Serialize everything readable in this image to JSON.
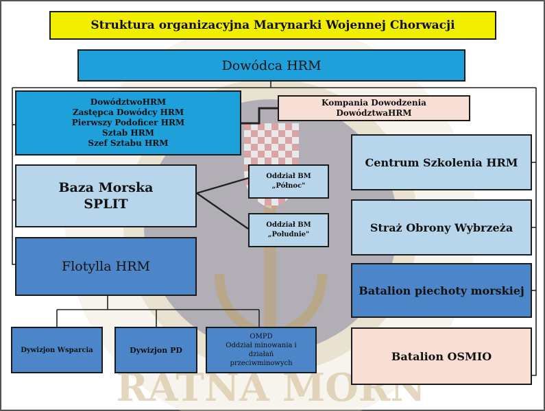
{
  "title": "Struktura organizacyjna Marynarki Wojennej Chorwacji",
  "nodes": {
    "commander": "Dowódca HRM",
    "command_hq": "DowództwoHRM\nZastępca Dowódcy HRM\nPierwszy Podoficer HRM\nSztab HRM\nSzef Sztabu HRM",
    "command_company": "Kompania Dowodzenia\nDowództwaHRM",
    "naval_base": "Baza Morska\nSPLIT",
    "detachment_north": "Oddział BM\n„Północ\"",
    "detachment_south": "Oddział BM\n„Południe\"",
    "flotilla": "Flotylla HRM",
    "support_division": "Dywizjon Wsparcia",
    "pd_division": "Dywizjon PD",
    "ompd": "OMPD\nOddział minowania i\ndziałań\nprzeciwminowych",
    "training_centre": "Centrum Szkolenia HRM",
    "coast_guard": "Straż Obrony Wybrzeża",
    "marine_battalion": "Batalion piechoty morskiej",
    "osmio_battalion": "Batalion OSMIO"
  },
  "watermark_text": "RATNA MORN",
  "colors": {
    "title_fill": "#f2ee00",
    "commander_fill": "#1ea0db",
    "light_fill": "#b7d6ec",
    "mid_fill": "#4d86c8",
    "pink_fill": "#f7dfd6"
  }
}
